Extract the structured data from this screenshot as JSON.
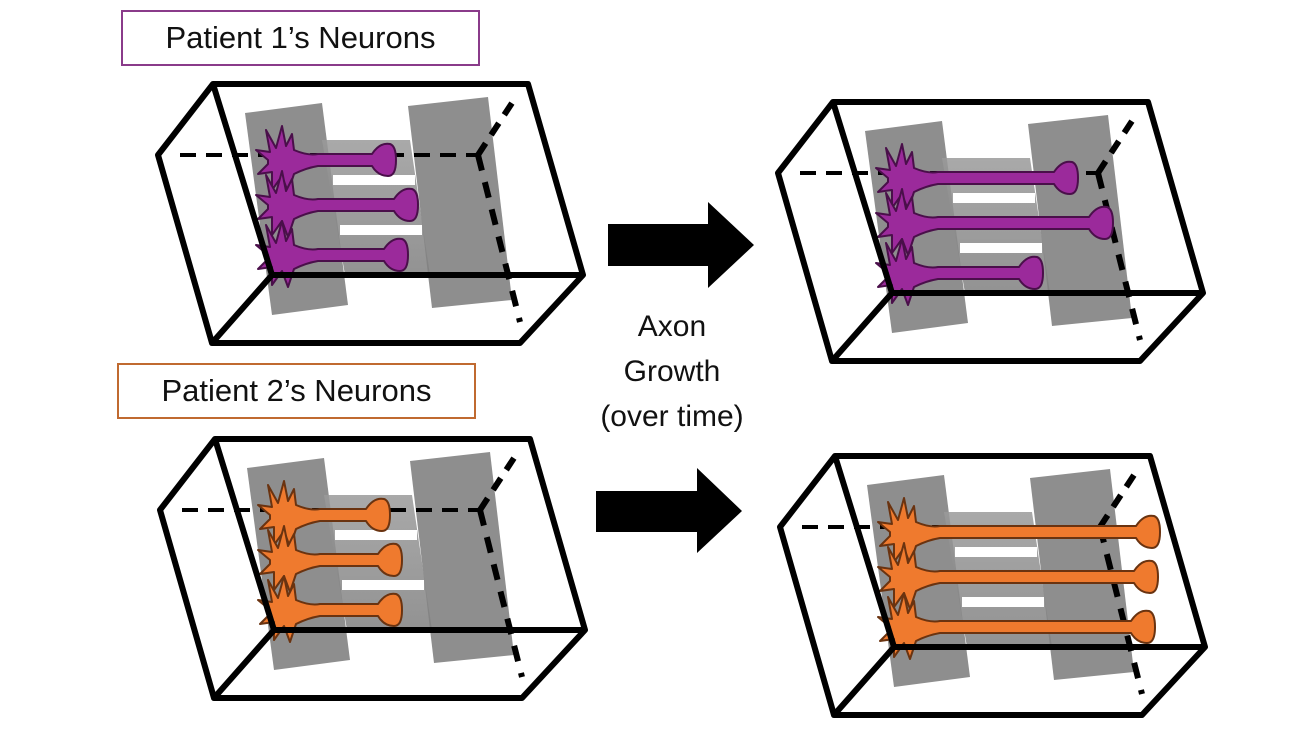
{
  "labels": {
    "patient1": "Patient 1’s Neurons",
    "patient2": "Patient 2’s Neurons"
  },
  "caption": {
    "line1": "Axon",
    "line2": "Growth",
    "line3": "(over time)"
  },
  "colors": {
    "patient1": "#9b2a9b",
    "patient2": "#ef7a2e",
    "patient1_border": "#8a3b8a",
    "patient2_border": "#c06a30",
    "chamber": "#8f8f8f",
    "box_stroke": "#000000"
  },
  "panels": [
    {
      "id": "p1-before",
      "patient": 1,
      "stage": "before"
    },
    {
      "id": "p1-after",
      "patient": 1,
      "stage": "after"
    },
    {
      "id": "p2-before",
      "patient": 2,
      "stage": "before"
    },
    {
      "id": "p2-after",
      "patient": 2,
      "stage": "after"
    }
  ]
}
